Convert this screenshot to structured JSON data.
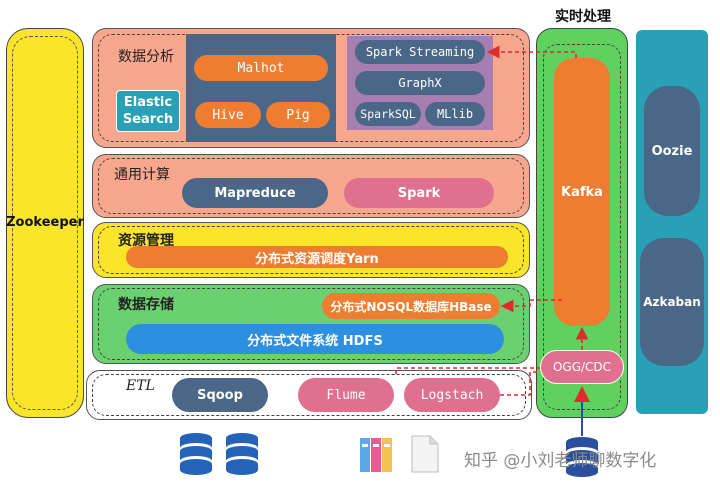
{
  "left": {
    "zookeeper": "Zookeeper"
  },
  "layers": {
    "analysis": {
      "label": "数据分析",
      "elastic": "Elastic\nSearch",
      "malhot": "Malhot",
      "hive": "Hive",
      "pig": "Pig",
      "spark_streaming": "Spark Streaming",
      "graphx": "GraphX",
      "sparksql": "SparkSQL",
      "mllib": "MLlib"
    },
    "compute": {
      "label": "通用计算",
      "mapreduce": "Mapreduce",
      "spark": "Spark"
    },
    "resource": {
      "label": "资源管理",
      "yarn": "分布式资源调度Yarn"
    },
    "storage": {
      "label": "数据存储",
      "hbase": "分布式NOSQL数据库HBase",
      "hdfs": "分布式文件系统 HDFS"
    },
    "etl": {
      "label": "ETL",
      "sqoop": "Sqoop",
      "flume": "Flume",
      "logstash": "Logstach"
    }
  },
  "realtime": {
    "title": "实时处理",
    "kafka": "Kafka",
    "ogg": "OGG/CDC"
  },
  "scheduler": {
    "oozie": "Oozie",
    "azkaban": "Azkaban"
  },
  "watermark": "知乎 @小刘老师聊数字化",
  "colors": {
    "salmon": "#f49a84",
    "navy": "#4a6788",
    "orange": "#ee7d31",
    "pink": "#e0708f",
    "purple": "#a77eb0",
    "teal": "#2aa0b7",
    "yellow": "#fae52b",
    "green": "#6bd170",
    "blue": "#2d8fe0",
    "kafka_green": "#5fd15f",
    "red_dash": "#e02b2b"
  }
}
